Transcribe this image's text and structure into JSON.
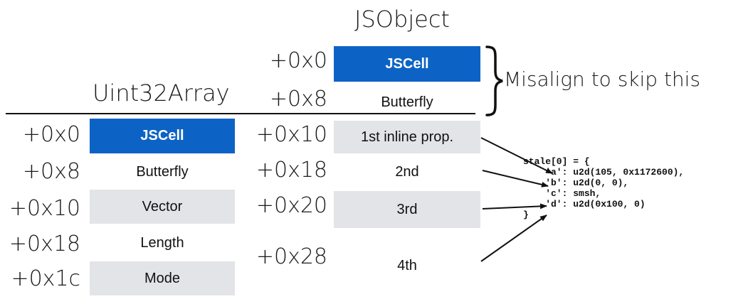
{
  "jsobject": {
    "title": "JSObject",
    "offsets": [
      "+0x0",
      "+0x8",
      "+0x10",
      "+0x18",
      "+0x20",
      "+0x28"
    ],
    "cells": [
      "JSCell",
      "Butterfly",
      "1st inline prop.",
      "2nd",
      "3rd",
      "4th"
    ]
  },
  "uint32array": {
    "title": "Uint32Array",
    "offsets": [
      "+0x0",
      "+0x8",
      "+0x10",
      "+0x18",
      "+0x1c"
    ],
    "cells": [
      "JSCell",
      "Butterfly",
      "Vector",
      "Length",
      "Mode"
    ]
  },
  "annotation": "Misalign to skip this",
  "code": {
    "lines": [
      "stale[0] = {",
      "    'a': u2d(105, 0x1172600),",
      "    'b': u2d(0, 0),",
      "    'c': smsh,",
      "    'd': u2d(0x100, 0)",
      "}"
    ]
  },
  "colors": {
    "jscell_fill": "#0c63c5",
    "alt_row_fill": "#e3e4e8",
    "text": "#111111"
  }
}
